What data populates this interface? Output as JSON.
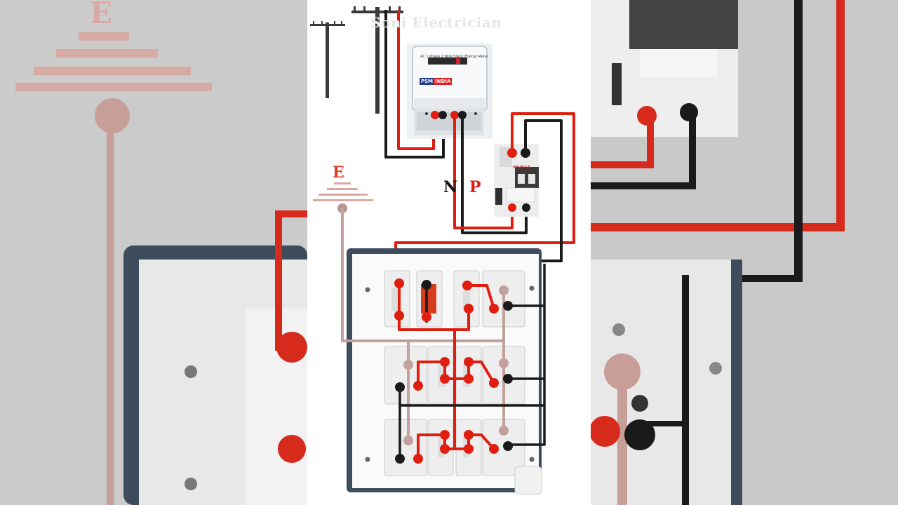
{
  "watermark": "Soni Electrician",
  "labels": {
    "neutral": "N",
    "phase": "P",
    "earth": "E"
  },
  "meter": {
    "title": "AC 1 Phase 2 Wire Static Energy Meter",
    "brand": "PSM",
    "brand_tag": "INDIA"
  },
  "mcb": {
    "brand": "HAVELLS"
  },
  "colors": {
    "phase": "#e01e10",
    "neutral": "#1a1a1a",
    "earth": "#c2a09c",
    "background_blur": "#c9c9c9"
  }
}
